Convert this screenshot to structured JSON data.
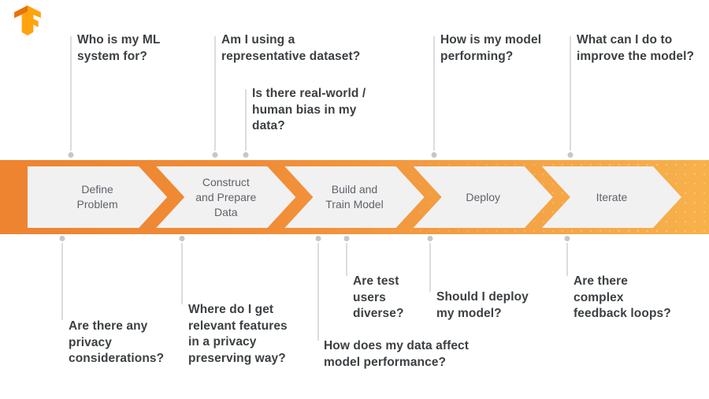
{
  "colors": {
    "banner_left": "#EE8330",
    "banner_right": "#F7B14B",
    "arrow_fill": "#F1F1F2",
    "arrow_text": "#5F6368",
    "question_text": "#3C4043",
    "connector_line": "#DADCE0",
    "connector_dot": "#C4C7CB",
    "logo_dark_orange": "#E8710A",
    "logo_light_orange": "#FFA40E"
  },
  "logo": {
    "name": "TensorFlow"
  },
  "stages": [
    {
      "label": "Define\nProblem"
    },
    {
      "label": "Construct\nand Prepare\nData"
    },
    {
      "label": "Build and\nTrain Model"
    },
    {
      "label": "Deploy"
    },
    {
      "label": "Iterate"
    }
  ],
  "questions_top": [
    {
      "text": "Who is my ML\nsystem for?"
    },
    {
      "text": "Am I using a\nrepresentative dataset?"
    },
    {
      "text": "Is there real-world /\nhuman bias in my\ndata?"
    },
    {
      "text": "How is my model\nperforming?"
    },
    {
      "text": "What can I do to\nimprove the model?"
    }
  ],
  "questions_bottom": [
    {
      "text": "Are there any\nprivacy\nconsiderations?"
    },
    {
      "text": "Where do I get\nrelevant features\nin a privacy\npreserving way?"
    },
    {
      "text": "Are test\nusers\ndiverse?"
    },
    {
      "text": "How does my data affect\nmodel performance?"
    },
    {
      "text": "Should I deploy\nmy model?"
    },
    {
      "text": "Are there\ncomplex\nfeedback loops?"
    }
  ]
}
